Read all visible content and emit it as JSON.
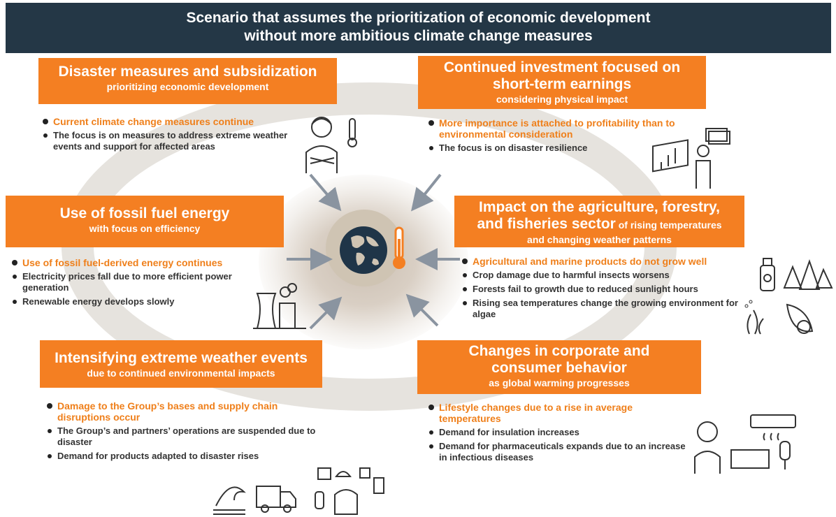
{
  "header": {
    "line1": "Scenario that assumes the prioritization of economic development",
    "line2": "without more ambitious climate change measures"
  },
  "boxes": {
    "disaster": {
      "title": "Disaster measures and subsidization",
      "subtitle": "prioritizing economic development",
      "points": [
        "Current climate change measures continue",
        "The focus is on measures to address extreme weather events and support for affected areas"
      ]
    },
    "investment": {
      "title1": "Continued investment focused on",
      "title2": "short-term earnings",
      "subtitle": "considering physical impact",
      "points": [
        "More importance is attached to profitability than to environmental consideration",
        "The focus is on disaster resilience"
      ]
    },
    "fossil": {
      "title": "Use of fossil fuel energy",
      "subtitle": "with focus on efficiency",
      "points": [
        "Use of fossil fuel-derived energy continues",
        "Electricity prices fall due to more efficient power generation",
        "Renewable energy develops slowly"
      ]
    },
    "agri": {
      "title1": "Impact on the agriculture, forestry,",
      "title2": "and fisheries sector",
      "title2_suffix": " of rising temperatures",
      "subtitle": "and changing weather patterns",
      "points": [
        "Agricultural and marine products do not grow well",
        "Crop damage due to harmful insects worsens",
        "Forests fail to growth due to reduced sunlight hours",
        "Rising sea temperatures change the growing environment for algae"
      ]
    },
    "weather": {
      "title": "Intensifying extreme weather events",
      "subtitle": "due to continued environmental impacts",
      "points": [
        "Damage to the Group’s bases and supply chain disruptions occur",
        "The Group’s and partners’ operations are suspended due to disaster",
        "Demand for products adapted to disaster rises"
      ]
    },
    "behavior": {
      "title1": "Changes in corporate and",
      "title2": "consumer behavior",
      "subtitle": "as global warming progresses",
      "points": [
        "Lifestyle changes due to a rise in average temperatures",
        "Demand for insulation increases",
        "Demand for pharmaceuticals expands due to an increase in infectious diseases"
      ]
    }
  },
  "colors": {
    "accent": "#f47f22",
    "header_bg": "#243746",
    "highlight_text": "#ef7f1a",
    "ring": "#e6e3de",
    "globe": "#1f3548"
  }
}
